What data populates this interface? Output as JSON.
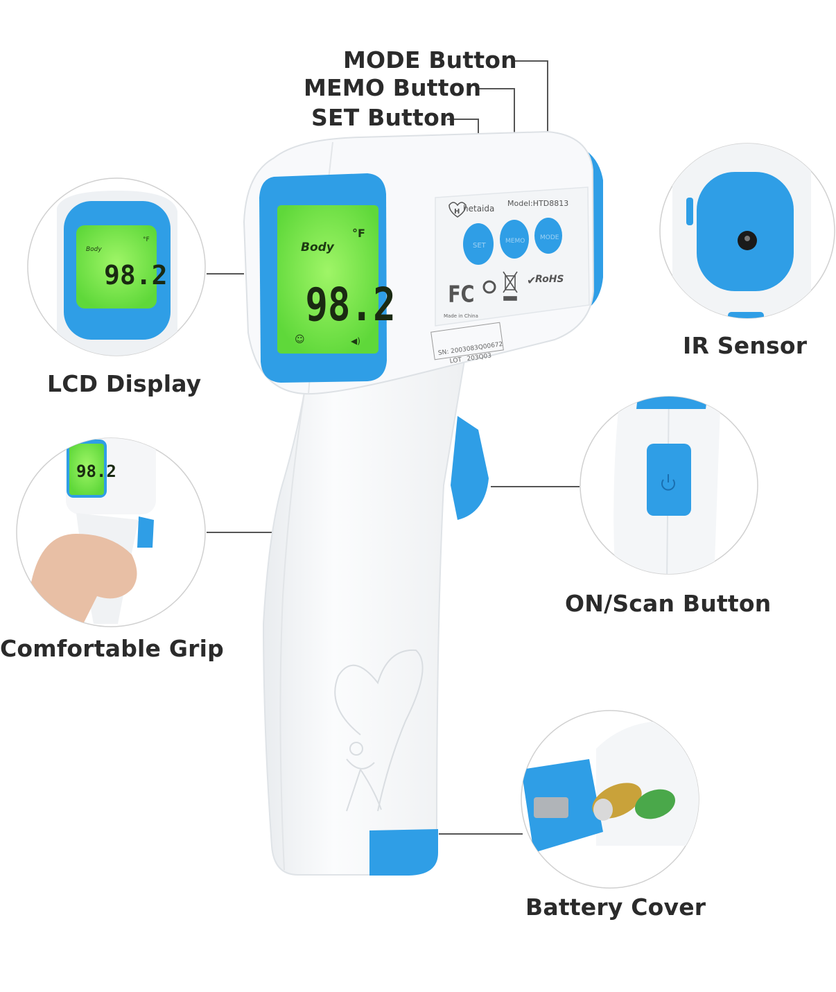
{
  "labels": {
    "mode": "MODE Button",
    "memo": "MEMO Button",
    "set": "SET Button",
    "lcd": "LCD Display",
    "ir": "IR Sensor",
    "grip": "Comfortable Grip",
    "on": "ON/Scan Button",
    "battery": "Battery Cover"
  },
  "device": {
    "brand": "hetaida",
    "model": "Model:HTD8813",
    "btn_set": "SET",
    "btn_memo": "MEMO",
    "btn_mode": "MODE",
    "fc": "FC",
    "rohs": "RoHS",
    "made_in": "Made in China",
    "sn": "SN: 2003083Q00672",
    "lot_label": "LOT",
    "lot": "203Q03"
  },
  "lcd": {
    "mode": "Body",
    "unit": "°F",
    "reading": "98.2"
  },
  "colors": {
    "accent_blue": "#2f9ee6",
    "lcd_green": "#7ef04a",
    "body_white": "#f7f8fa",
    "label_text": "#2b2b2b"
  }
}
